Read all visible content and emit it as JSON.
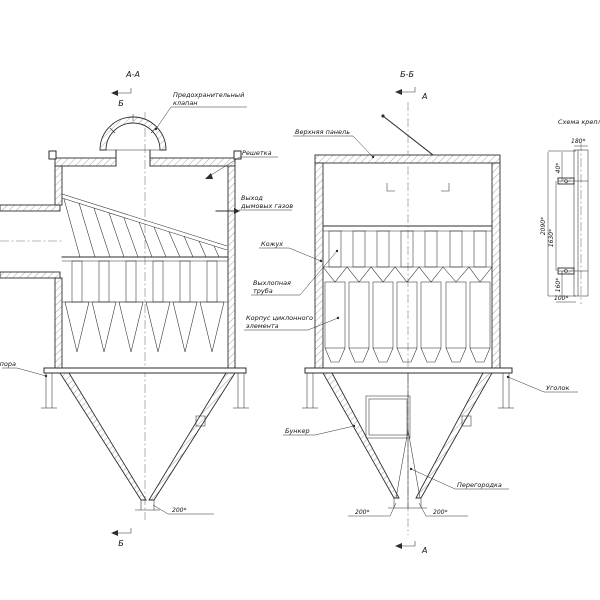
{
  "drawing": {
    "views": {
      "aa": {
        "title": "А-А",
        "section_mark": "Б",
        "outlet_dim": "200*"
      },
      "bb": {
        "title": "Б-Б",
        "section_mark": "А",
        "outlet_dim_left": "200*",
        "outlet_dim_right": "200*"
      },
      "detail": {
        "title": "Схема крепления",
        "dims": [
          "180*",
          "40*",
          "2090*",
          "1630*",
          "160*",
          "100*"
        ]
      }
    },
    "labels": {
      "safety_valve": [
        "Предохранительный",
        "клапан"
      ],
      "grid": "Решетка",
      "gas_outlet": [
        "Выход",
        "дымовых газов"
      ],
      "casing": "Кожух",
      "exhaust_pipe": [
        "Выхлопная",
        "труба"
      ],
      "cyclone_body": [
        "Корпус циклонного",
        "элемента"
      ],
      "top_panel": "Верхняя панель",
      "support": "Опора",
      "hopper": "Бункер",
      "partition": "Перегородка",
      "angle": "Уголок"
    }
  }
}
